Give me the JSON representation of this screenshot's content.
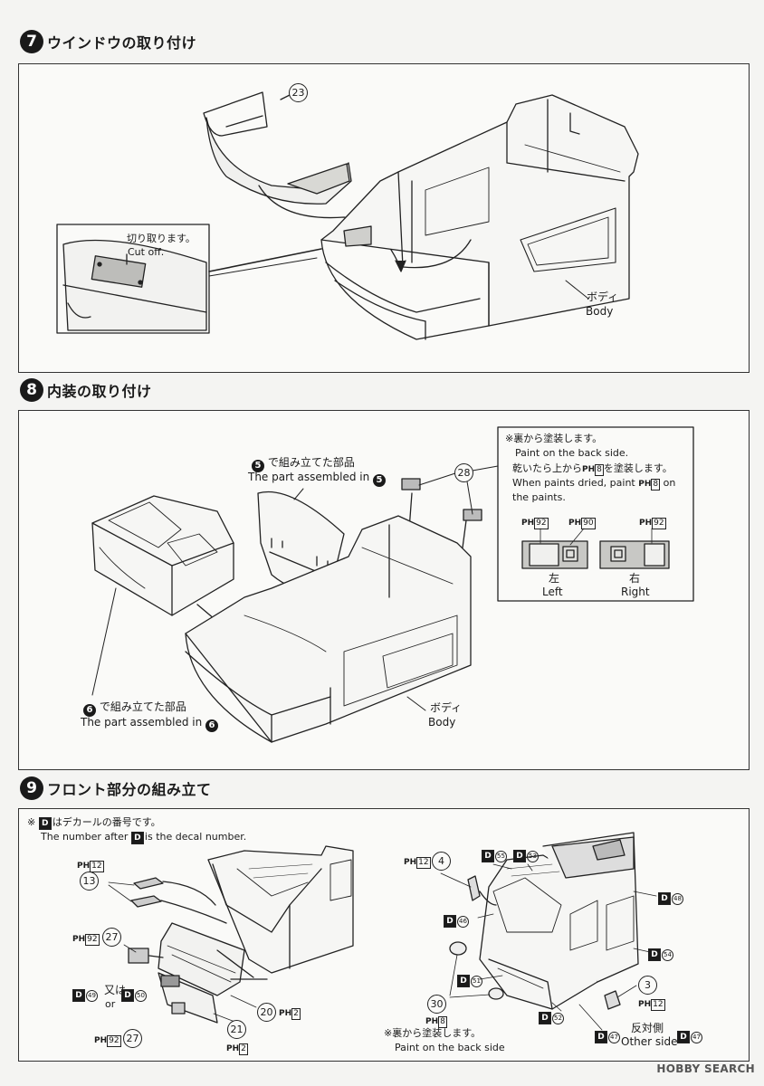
{
  "steps": [
    {
      "number": "7",
      "title": "ウインドウの取り付け"
    },
    {
      "number": "8",
      "title": "内装の取り付け"
    },
    {
      "number": "9",
      "title": "フロント部分の組み立て"
    }
  ],
  "step7": {
    "part_23": "23",
    "cut_jp": "切り取ります。",
    "cut_en": "Cut off.",
    "body_jp": "ボディ",
    "body_en": "Body"
  },
  "step8": {
    "asm5_jp": "で組み立てた部品",
    "asm5_en": "The part assembled in",
    "asm5_num": "5",
    "asm6_jp": "で組み立てた部品",
    "asm6_en": "The part assembled in",
    "asm6_num": "6",
    "part_28": "28",
    "body_jp": "ボディ",
    "body_en": "Body",
    "note_mark": "※",
    "note_jp1": "裏から塗装します。",
    "note_en1": "Paint on the back side.",
    "note_jp2a": "乾いたら上から",
    "note_jp2b": "を塗装します。",
    "note_en2a": "When paints dried, paint",
    "note_en2b": "on",
    "note_en3": "the paints.",
    "ph_8": "8",
    "left_labels": [
      "92",
      "90",
      "92"
    ],
    "left_jp": "左",
    "left_en": "Left",
    "right_jp": "右",
    "right_en": "Right"
  },
  "step9": {
    "note_mark": "※",
    "note_jp": "はデカールの番号です。",
    "note_en_a": "The number after",
    "note_en_b": "is the decal number.",
    "d_letter": "D",
    "ph": "PH",
    "left": {
      "p13_ph": "12",
      "p13": "13",
      "p27_ph": "92",
      "p27": "27",
      "or_jp": "又は",
      "or_en": "or",
      "d49": "49",
      "d50": "50",
      "p20": "20",
      "p20_ph": "2",
      "p21": "21",
      "p21_ph": "2",
      "p27b_ph": "92",
      "p27b": "27"
    },
    "right": {
      "p4_ph": "12",
      "p4": "4",
      "d55": "55",
      "d53": "53",
      "d48": "48",
      "d46": "46",
      "d54": "54",
      "d51": "51",
      "p3": "3",
      "p3_ph": "12",
      "p30": "30",
      "p30_ph": "8",
      "d52": "52",
      "d47": "47",
      "d47b": "47",
      "other_jp": "反対側",
      "other_en": "Other side",
      "back_jp": "※裏から塗装します。",
      "back_en": "Paint on the back side"
    }
  },
  "watermark": "HOBBY SEARCH"
}
